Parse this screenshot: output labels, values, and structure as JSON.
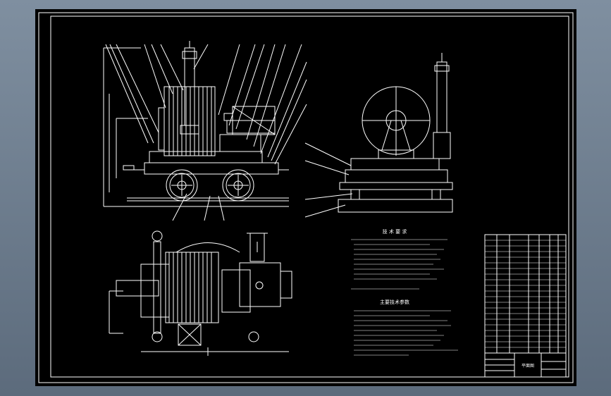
{
  "colors": {
    "background": "#5f6e7f",
    "sheet": "#000000",
    "lines": "#ffffff"
  },
  "notes": {
    "tech_requirements_title": "技 术 要 求",
    "main_params_title": "主要技术参数"
  },
  "title_block": {
    "drawing_name": "平面图"
  }
}
